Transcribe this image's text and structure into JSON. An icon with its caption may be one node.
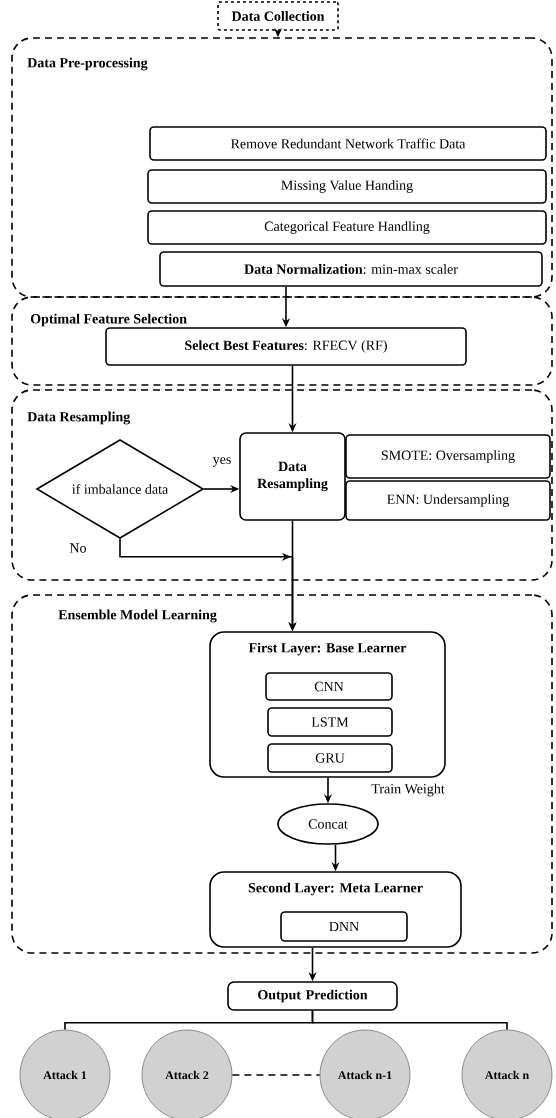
{
  "diagram": {
    "nodes": [
      {
        "text": [
          "Data Collection"
        ]
      },
      {
        "text": [
          "Data Pre-processing"
        ]
      },
      {
        "text": [
          "Remove Redundant Network Traffic Data"
        ],
        "in": 1
      },
      {
        "text": [
          "Missing Value Handing"
        ],
        "in": 1
      },
      {
        "text": [
          "Categorical Feature Handling"
        ],
        "in": 1
      },
      {
        "text": [
          "**Data Normalization**: min-max scaler"
        ],
        "in": 1
      },
      {
        "text": [
          "Optimal Feature Selection"
        ]
      },
      {
        "text": [
          "**Select Best Features**: RFECV (RF)"
        ],
        "in": 6
      },
      {
        "text": [
          "Data Resampling"
        ]
      },
      {
        "text": [
          "if imbalance data"
        ],
        "in": 8
      },
      {
        "text": [
          "Data Resampling"
        ],
        "in": 8
      },
      {
        "text": [
          "SMOTE: Oversampling"
        ],
        "in": 8
      },
      {
        "text": [
          "ENN: Undersampling"
        ],
        "in": 8
      },
      {
        "text": [
          "Ensemble Model Learning"
        ]
      },
      {
        "text": [
          "First Layer: Base Learner"
        ],
        "in": 13
      },
      {
        "text": [
          "CNN"
        ],
        "in": 14
      },
      {
        "text": [
          "LSTM"
        ],
        "in": 14
      },
      {
        "text": [
          "GRU"
        ],
        "in": 14
      },
      {
        "text": [
          "Concat"
        ],
        "in": 13
      },
      {
        "text": [
          "Second Layer: Meta Learner"
        ],
        "in": 13
      },
      {
        "text": [
          "DNN"
        ],
        "in": 19
      },
      {
        "text": [
          "Output Prediction"
        ]
      },
      {
        "text": [
          "Attack 1"
        ]
      },
      {
        "text": [
          "Attack 2"
        ]
      },
      {
        "text": [
          "Attack n-1"
        ]
      },
      {
        "text": [
          "Attack n"
        ]
      }
    ],
    "edges": [
      {
        "from": 0,
        "to": 1,
        "arrow": "to"
      },
      {
        "from": 5,
        "to": 7,
        "arrow": "to"
      },
      {
        "from": 7,
        "to": 10,
        "arrow": "to"
      },
      {
        "from": 9,
        "to": 10,
        "arrow": "to",
        "label": "yes"
      },
      {
        "from": 10,
        "to": 14,
        "arrow": "to"
      },
      {
        "from": 9,
        "to": 14,
        "arrow": "to",
        "label": "No"
      },
      {
        "from": 14,
        "to": 18,
        "arrow": "to",
        "label": "Train Weight"
      },
      {
        "from": 18,
        "to": 19,
        "arrow": "to"
      },
      {
        "from": 19,
        "to": 21,
        "arrow": "to"
      },
      {
        "from": 21,
        "to": 22,
        "arrow": "none"
      },
      {
        "from": 21,
        "to": 25,
        "arrow": "none"
      },
      {
        "from": 23,
        "to": 24,
        "arrow": "none",
        "style": "dashed"
      }
    ]
  }
}
